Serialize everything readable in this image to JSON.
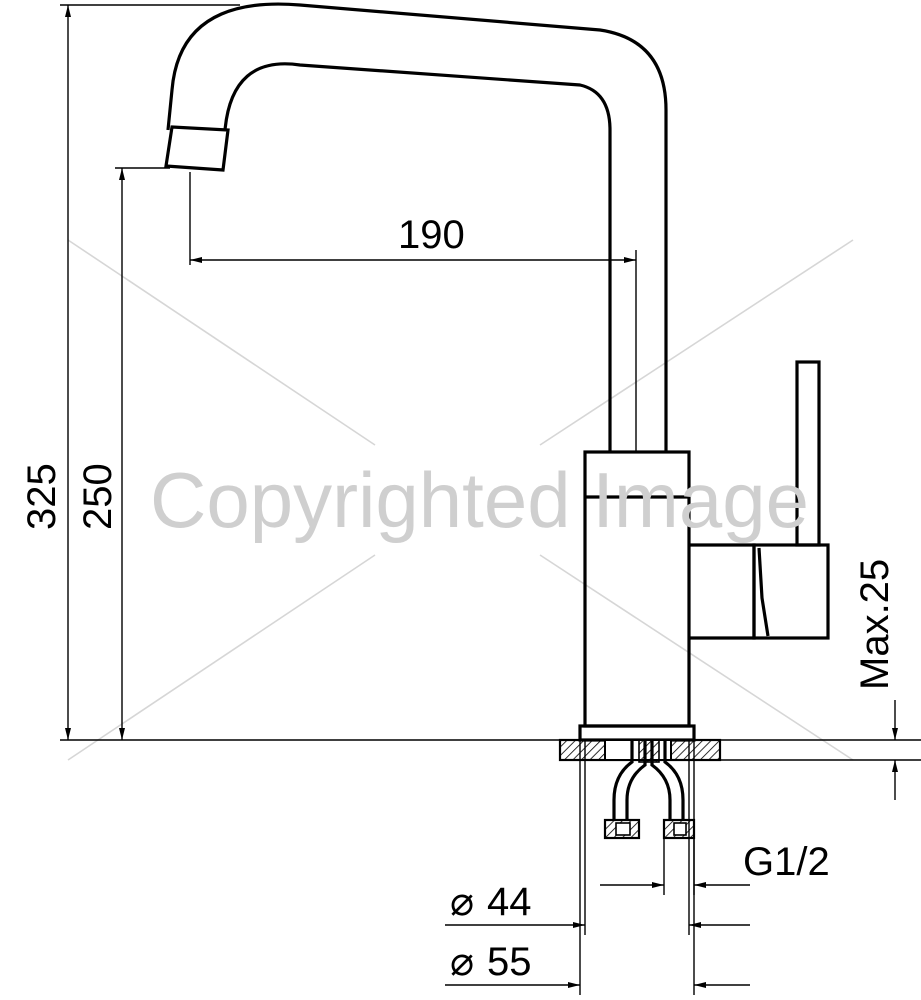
{
  "drawing": {
    "dimensions": {
      "total_height": "325",
      "spout_height": "250",
      "spout_reach": "190",
      "max_counter_thickness": "Max.25",
      "thread": "G1/2",
      "diameter_inner_symbol": "⌀",
      "diameter_inner": "44",
      "diameter_outer_symbol": "⌀",
      "diameter_outer": "55"
    },
    "watermark": "Copyrighted Image",
    "colors": {
      "lines": "#000000",
      "watermark": "#cfcfcf",
      "background": "#ffffff"
    }
  }
}
